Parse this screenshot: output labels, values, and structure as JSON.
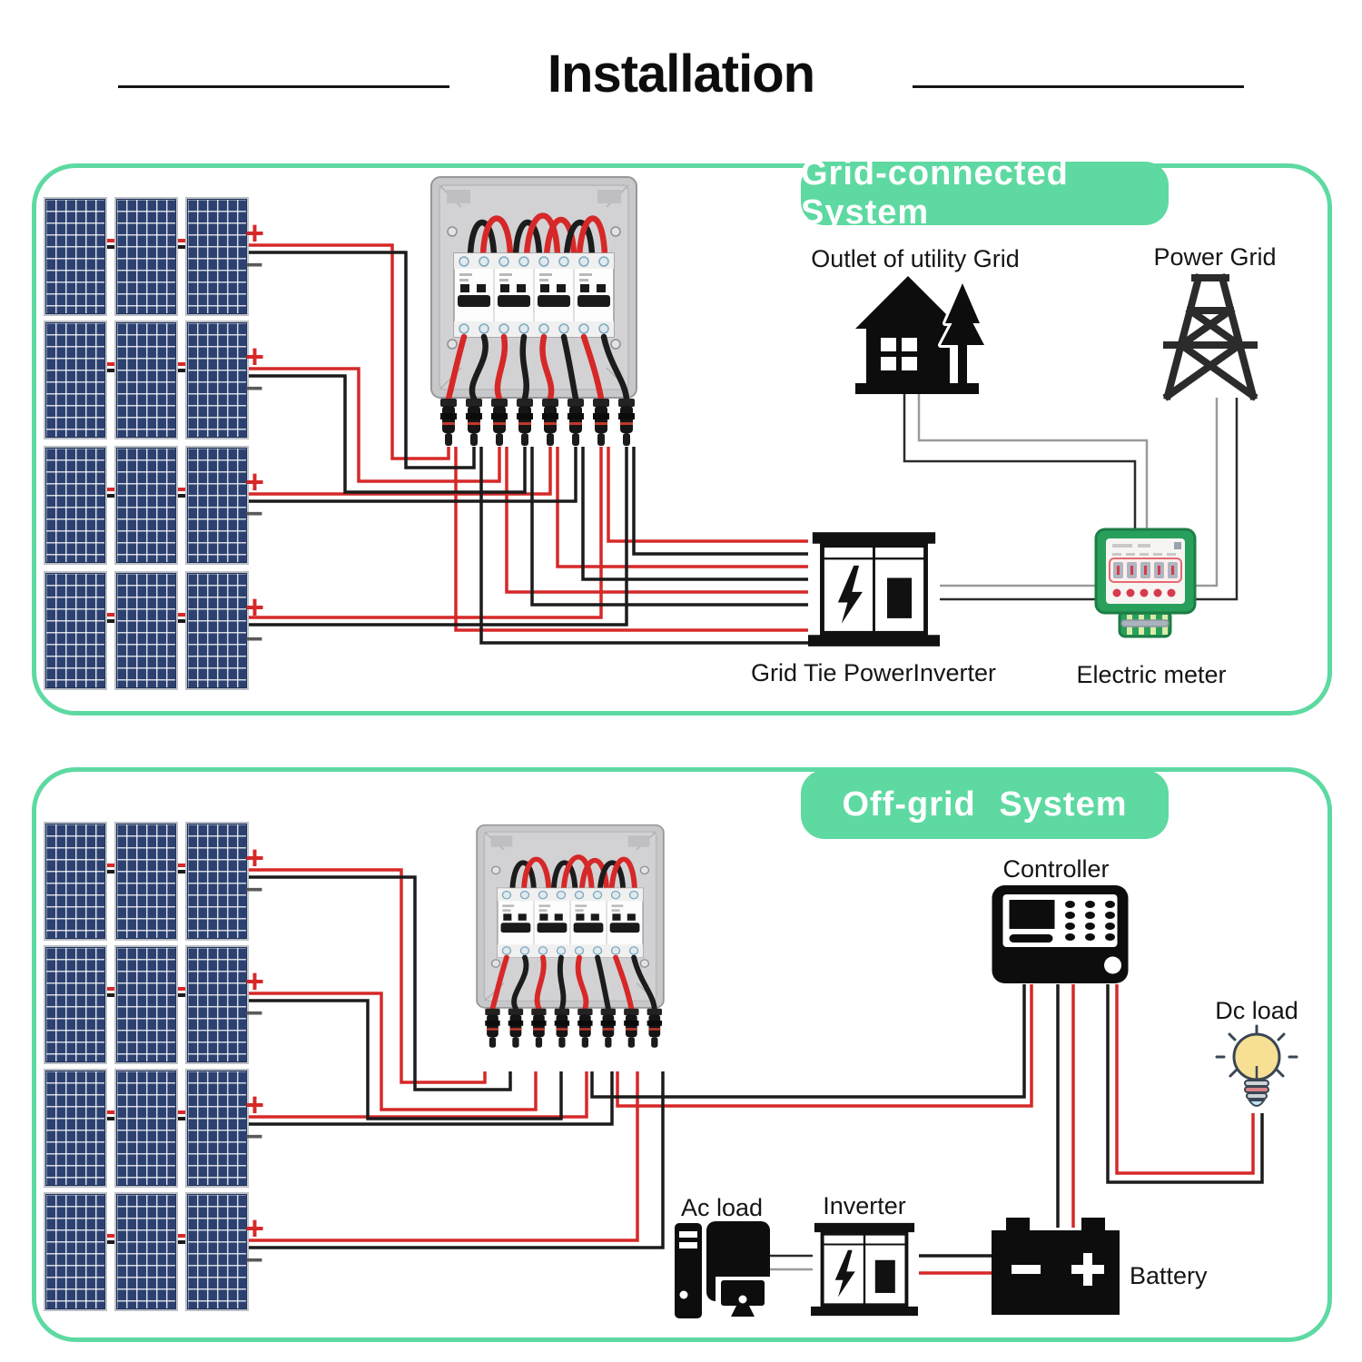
{
  "title": "Installation",
  "symbols": {
    "plus": "+",
    "minus": "−"
  },
  "grid_system": {
    "badge": "Grid-connected System",
    "outlet_label": "Outlet of utility Grid",
    "power_grid_label": "Power Grid",
    "inverter_label": "Grid Tie PowerInverter",
    "meter_label": "Electric meter"
  },
  "offgrid_system": {
    "badge": "Off-grid System",
    "controller_label": "Controller",
    "dc_load_label": "Dc load",
    "ac_load_label": "Ac load",
    "inverter_label": "Inverter",
    "battery_label": "Battery"
  },
  "colors": {
    "accent_green": "#5ed9a2",
    "wire_red": "#d62828",
    "wire_black": "#1c1c1c",
    "wire_gray": "#9a9a9a",
    "panel_blue": "#2c4170",
    "meter_green": "#28a05c"
  }
}
